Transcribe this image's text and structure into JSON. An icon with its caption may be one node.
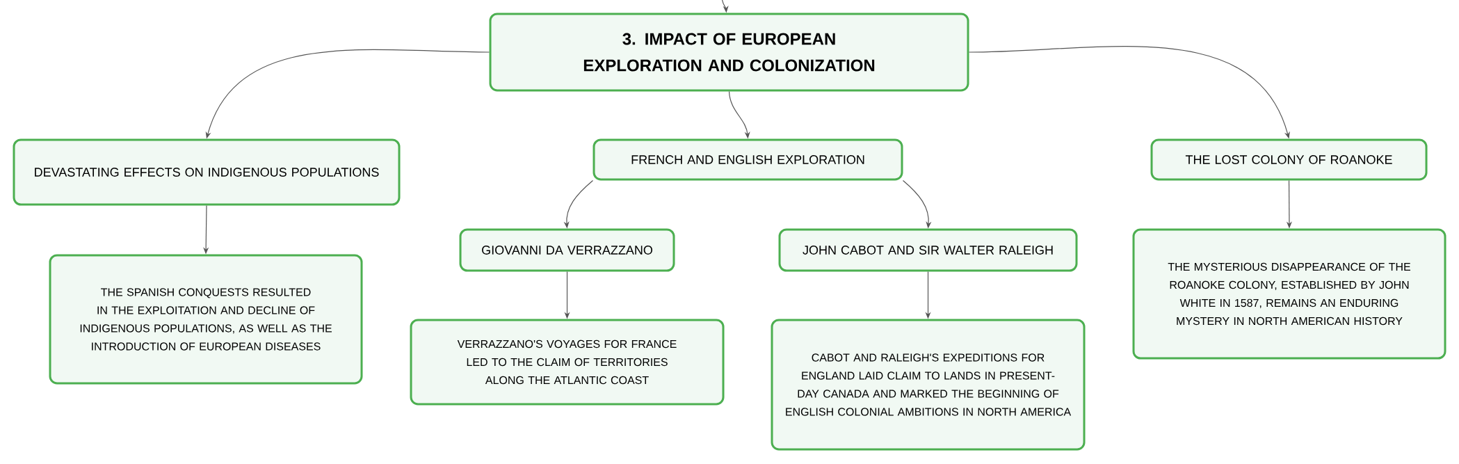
{
  "diagram": {
    "nodes": [
      {
        "text": [
          "3. IMPACT OF EUROPEAN EXPLORATION AND COLONIZATION"
        ]
      },
      {
        "text": [
          "DEVASTATING EFFECTS ON INDIGENOUS POPULATIONS"
        ]
      },
      {
        "text": [
          "FRENCH AND ENGLISH EXPLORATION"
        ]
      },
      {
        "text": [
          "THE LOST COLONY OF ROANOKE"
        ]
      },
      {
        "text": [
          "GIOVANNI DA VERRAZZANO"
        ]
      },
      {
        "text": [
          "JOHN CABOT AND SIR WALTER RALEIGH"
        ]
      },
      {
        "text": [
          "THE SPANISH CONQUESTS RESULTED IN THE EXPLOITATION AND DECLINE OF INDIGENOUS POPULATIONS, AS WELL AS THE INTRODUCTION OF EUROPEAN DISEASES"
        ]
      },
      {
        "text": [
          "VERRAZZANO'S VOYAGES FOR FRANCE LED TO THE CLAIM OF TERRITORIES ALONG THE ATLANTIC COAST"
        ]
      },
      {
        "text": [
          "CABOT AND RALEIGH'S EXPEDITIONS FOR ENGLAND LAID CLAIM TO LANDS IN PRESENT-DAY CANADA AND MARKED THE BEGINNING OF ENGLISH COLONIAL AMBITIONS IN NORTH AMERICA"
        ]
      },
      {
        "text": [
          "THE MYSTERIOUS DISAPPEARANCE OF THE ROANOKE COLONY, ESTABLISHED BY JOHN WHITE IN 1587, REMAINS AN ENDURING MYSTERY IN NORTH AMERICAN HISTORY"
        ]
      }
    ],
    "edges": [
      {
        "from": null,
        "to": 0,
        "arrow": "to"
      },
      {
        "from": 0,
        "to": 1,
        "arrow": "to"
      },
      {
        "from": 0,
        "to": 2,
        "arrow": "to"
      },
      {
        "from": 0,
        "to": 3,
        "arrow": "to"
      },
      {
        "from": 2,
        "to": 4,
        "arrow": "to"
      },
      {
        "from": 2,
        "to": 5,
        "arrow": "to"
      },
      {
        "from": 1,
        "to": 6,
        "arrow": "to"
      },
      {
        "from": 4,
        "to": 7,
        "arrow": "to"
      },
      {
        "from": 5,
        "to": 8,
        "arrow": "to"
      },
      {
        "from": 3,
        "to": 9,
        "arrow": "to"
      }
    ]
  }
}
